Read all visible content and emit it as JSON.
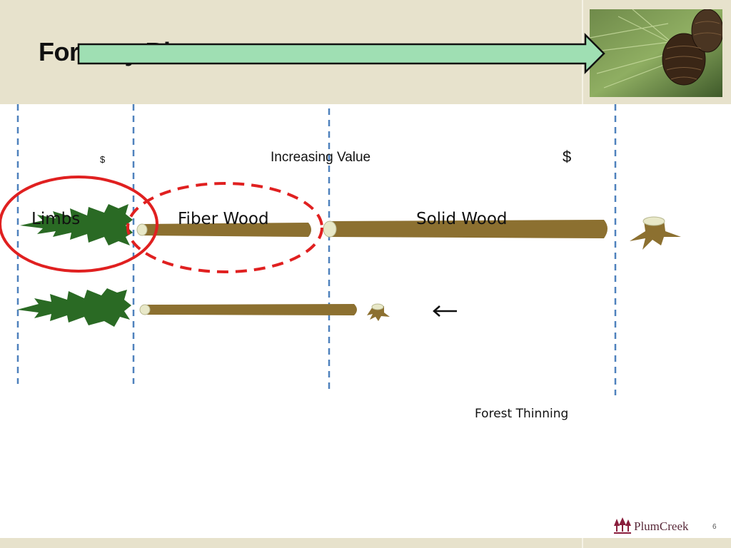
{
  "slide": {
    "title": "Forestry Biomass",
    "page_number": "6"
  },
  "value_arrow": {
    "label": "Increasing Value",
    "low_symbol": "$",
    "high_symbol": "$",
    "fill_color": "#9fdfb3"
  },
  "columns": [
    {
      "label": "Limbs"
    },
    {
      "label": "Fiber Wood"
    },
    {
      "label": "Solid Wood"
    }
  ],
  "annotation": {
    "label": "Forest Thinning",
    "arrow_icon": "left-arrow-icon"
  },
  "logo": {
    "text": "PlumCreek",
    "icon": "trees-icon"
  },
  "colors": {
    "header_band": "#e7e2cc",
    "log": "#8c7030",
    "foliage": "#2a6a24",
    "circle": "#e02020",
    "divider": "#4f81bd"
  }
}
